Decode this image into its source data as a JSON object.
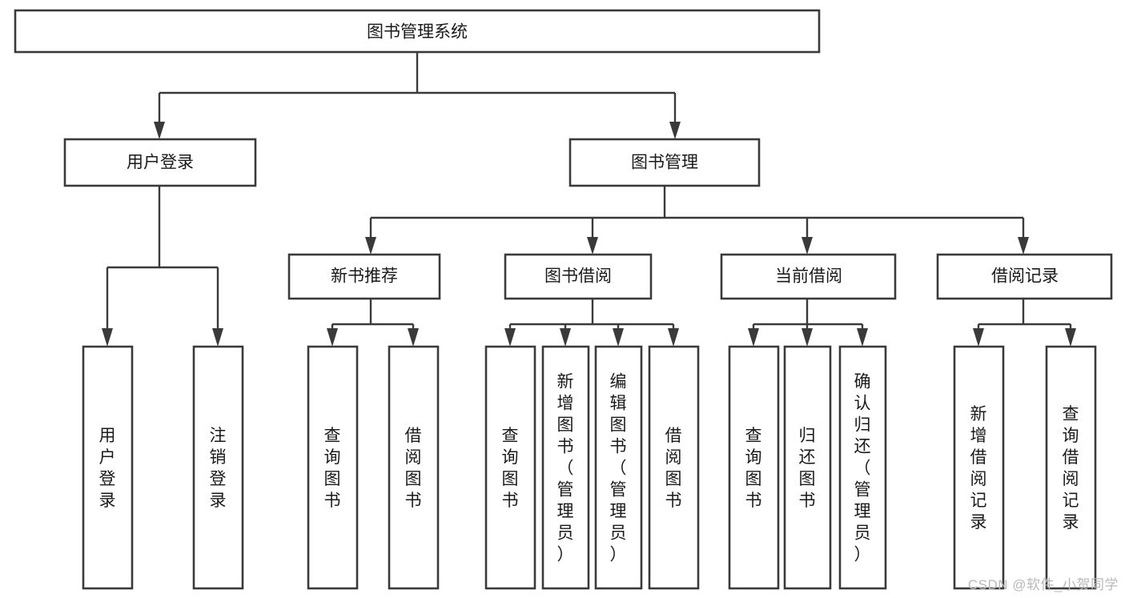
{
  "diagram": {
    "title": "图书管理系统",
    "type": "tree-hierarchy-diagram",
    "watermark": "CSDN @软件_小贺同学",
    "colors": {
      "box_stroke": "#3a3a3a",
      "box_fill": "#ffffff",
      "text": "#1a1a1a",
      "background": "#ffffff",
      "watermark": "#b9b9b9"
    },
    "root": {
      "label": "图书管理系统"
    },
    "level2": [
      {
        "label": "用户登录"
      },
      {
        "label": "图书管理"
      }
    ],
    "level3": [
      {
        "label": "新书推荐"
      },
      {
        "label": "图书借阅"
      },
      {
        "label": "当前借阅"
      },
      {
        "label": "借阅记录"
      }
    ],
    "leaves": {
      "user_login": [
        {
          "label": "用户登录"
        },
        {
          "label": "注销登录"
        }
      ],
      "new_book_recommend": [
        {
          "label": "查询图书"
        },
        {
          "label": "借阅图书"
        }
      ],
      "book_borrow": [
        {
          "label": "查询图书"
        },
        {
          "label": "新增图书（管理员）"
        },
        {
          "label": "编辑图书（管理员）"
        },
        {
          "label": "借阅图书"
        }
      ],
      "current_borrow": [
        {
          "label": "查询图书"
        },
        {
          "label": "归还图书"
        },
        {
          "label": "确认归还（管理员）"
        }
      ],
      "borrow_record": [
        {
          "label": "新增借阅记录"
        },
        {
          "label": "查询借阅记录"
        }
      ]
    }
  },
  "chart_data": {
    "type": "table",
    "title": "图书管理系统",
    "nodes": [
      {
        "id": "root",
        "label": "图书管理系统",
        "level": 1,
        "parent": null
      },
      {
        "id": "user-login",
        "label": "用户登录",
        "level": 2,
        "parent": "root"
      },
      {
        "id": "book-manage",
        "label": "图书管理",
        "level": 2,
        "parent": "root"
      },
      {
        "id": "new-book",
        "label": "新书推荐",
        "level": 3,
        "parent": "book-manage"
      },
      {
        "id": "book-borrow",
        "label": "图书借阅",
        "level": 3,
        "parent": "book-manage"
      },
      {
        "id": "current-borrow",
        "label": "当前借阅",
        "level": 3,
        "parent": "book-manage"
      },
      {
        "id": "borrow-record",
        "label": "借阅记录",
        "level": 3,
        "parent": "book-manage"
      },
      {
        "id": "leaf-1",
        "label": "用户登录",
        "level": 4,
        "parent": "user-login"
      },
      {
        "id": "leaf-2",
        "label": "注销登录",
        "level": 4,
        "parent": "user-login"
      },
      {
        "id": "leaf-3",
        "label": "查询图书",
        "level": 4,
        "parent": "new-book"
      },
      {
        "id": "leaf-4",
        "label": "借阅图书",
        "level": 4,
        "parent": "new-book"
      },
      {
        "id": "leaf-5",
        "label": "查询图书",
        "level": 4,
        "parent": "book-borrow"
      },
      {
        "id": "leaf-6",
        "label": "新增图书（管理员）",
        "level": 4,
        "parent": "book-borrow"
      },
      {
        "id": "leaf-7",
        "label": "编辑图书（管理员）",
        "level": 4,
        "parent": "book-borrow"
      },
      {
        "id": "leaf-8",
        "label": "借阅图书",
        "level": 4,
        "parent": "book-borrow"
      },
      {
        "id": "leaf-9",
        "label": "查询图书",
        "level": 4,
        "parent": "current-borrow"
      },
      {
        "id": "leaf-10",
        "label": "归还图书",
        "level": 4,
        "parent": "current-borrow"
      },
      {
        "id": "leaf-11",
        "label": "确认归还（管理员）",
        "level": 4,
        "parent": "current-borrow"
      },
      {
        "id": "leaf-12",
        "label": "新增借阅记录",
        "level": 4,
        "parent": "borrow-record"
      },
      {
        "id": "leaf-13",
        "label": "查询借阅记录",
        "level": 4,
        "parent": "borrow-record"
      }
    ]
  }
}
